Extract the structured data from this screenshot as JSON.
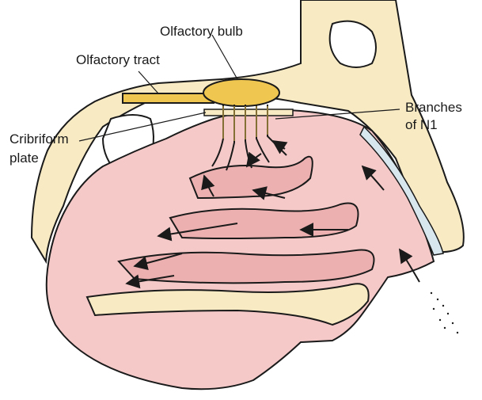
{
  "diagram": {
    "labels": {
      "olfactory_bulb": "Olfactory bulb",
      "olfactory_tract": "Olfactory tract",
      "branches_line1": "Branches",
      "branches_line2": "of N1",
      "cribriform_line1": "Cribriform",
      "cribriform_line2": "plate"
    },
    "colors": {
      "mucosa": "#f6c9c9",
      "mucosa_dark": "#ecb0b0",
      "bone": "#f8ebc4",
      "nerve": "#efc650",
      "cartilage": "#d8e6ee",
      "outline": "#1a1a1a"
    }
  }
}
